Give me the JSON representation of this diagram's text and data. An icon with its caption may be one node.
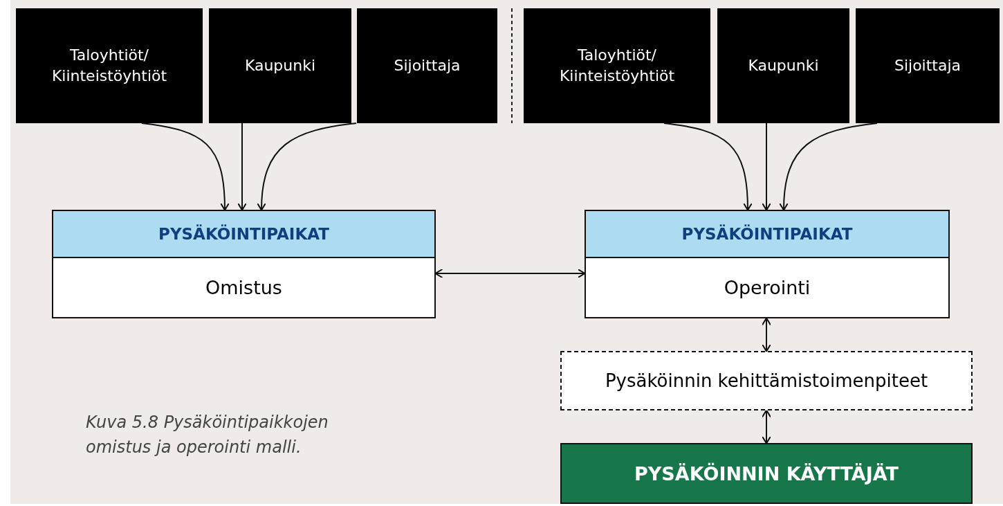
{
  "diagram": {
    "caption": "Kuva 5.8  Pysäköintipaikkojen omistus ja operointi malli.",
    "nodes": [
      {
        "text": [
          "Taloyhtiöt/ Kiinteistöyhtiöt"
        ]
      },
      {
        "text": [
          "Kaupunki"
        ]
      },
      {
        "text": [
          "Sijoittaja"
        ]
      },
      {
        "text": [
          "Taloyhtiöt/ Kiinteistöyhtiöt"
        ]
      },
      {
        "text": [
          "Kaupunki"
        ]
      },
      {
        "text": [
          "Sijoittaja"
        ]
      },
      {
        "text": [
          "PYSÄKÖINTIPAIKAT",
          "Omistus"
        ]
      },
      {
        "text": [
          "PYSÄKÖINTIPAIKAT",
          "Operointi"
        ]
      },
      {
        "text": [
          "Pysäköinnin kehittämistoimenpiteet"
        ]
      },
      {
        "text": [
          "PYSÄKÖINNIN KÄYTTÄJÄT"
        ]
      }
    ],
    "edges": [
      {
        "from": 0,
        "to": 6,
        "arrow": "to"
      },
      {
        "from": 1,
        "to": 6,
        "arrow": "to"
      },
      {
        "from": 2,
        "to": 6,
        "arrow": "to"
      },
      {
        "from": 3,
        "to": 7,
        "arrow": "to"
      },
      {
        "from": 4,
        "to": 7,
        "arrow": "to"
      },
      {
        "from": 5,
        "to": 7,
        "arrow": "to"
      },
      {
        "from": 6,
        "to": 7,
        "arrow": "both"
      },
      {
        "from": 7,
        "to": 8,
        "arrow": "both"
      },
      {
        "from": 8,
        "to": 9,
        "arrow": "both"
      }
    ]
  }
}
